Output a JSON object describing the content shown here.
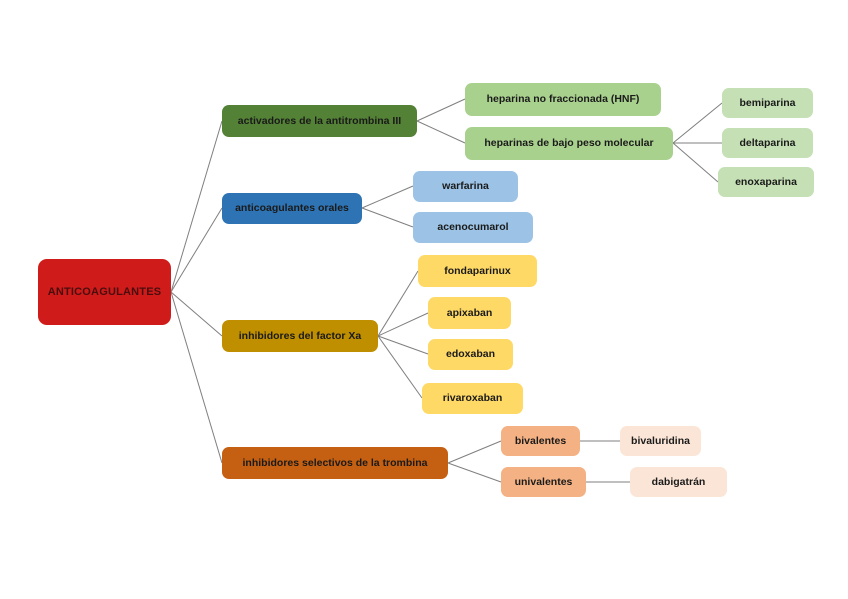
{
  "diagram": {
    "title": "ANTICOAGULANTES mind map",
    "connector_color": "#7f7f7f",
    "root": {
      "label": "ANTICOAGULANTES",
      "color": "#d01b1b",
      "text_color": "#4a0d0d"
    },
    "branches": [
      {
        "label": "activadores de la antitrombina III",
        "color": "#538135",
        "children": [
          {
            "label": "heparina no fraccionada (HNF)",
            "color": "#a9d18e",
            "children": []
          },
          {
            "label": "heparinas de bajo peso molecular",
            "color": "#a9d18e",
            "children": [
              {
                "label": "bemiparina",
                "color": "#c5e0b4"
              },
              {
                "label": "deltaparina",
                "color": "#c5e0b4"
              },
              {
                "label": "enoxaparina",
                "color": "#c5e0b4"
              }
            ]
          }
        ]
      },
      {
        "label": "anticoagulantes orales",
        "color": "#2e74b5",
        "children": [
          {
            "label": "warfarina",
            "color": "#9cc3e5",
            "children": []
          },
          {
            "label": "acenocumarol",
            "color": "#9cc3e5",
            "children": []
          }
        ]
      },
      {
        "label": "inhibidores del factor Xa",
        "color": "#bf8f00",
        "children": [
          {
            "label": "fondaparinux",
            "color": "#ffd965",
            "children": []
          },
          {
            "label": "apixaban",
            "color": "#ffd965",
            "children": []
          },
          {
            "label": "edoxaban",
            "color": "#ffd965",
            "children": []
          },
          {
            "label": "rivaroxaban",
            "color": "#ffd965",
            "children": []
          }
        ]
      },
      {
        "label": "inhibidores selectivos de la trombina",
        "color": "#c55f11",
        "children": [
          {
            "label": "bivalentes",
            "color": "#f4b183",
            "children": [
              {
                "label": "bivaluridina",
                "color": "#fbe5d6"
              }
            ]
          },
          {
            "label": "univalentes",
            "color": "#f4b183",
            "children": [
              {
                "label": "dabigatrán",
                "color": "#fbe5d6"
              }
            ]
          }
        ]
      }
    ]
  }
}
